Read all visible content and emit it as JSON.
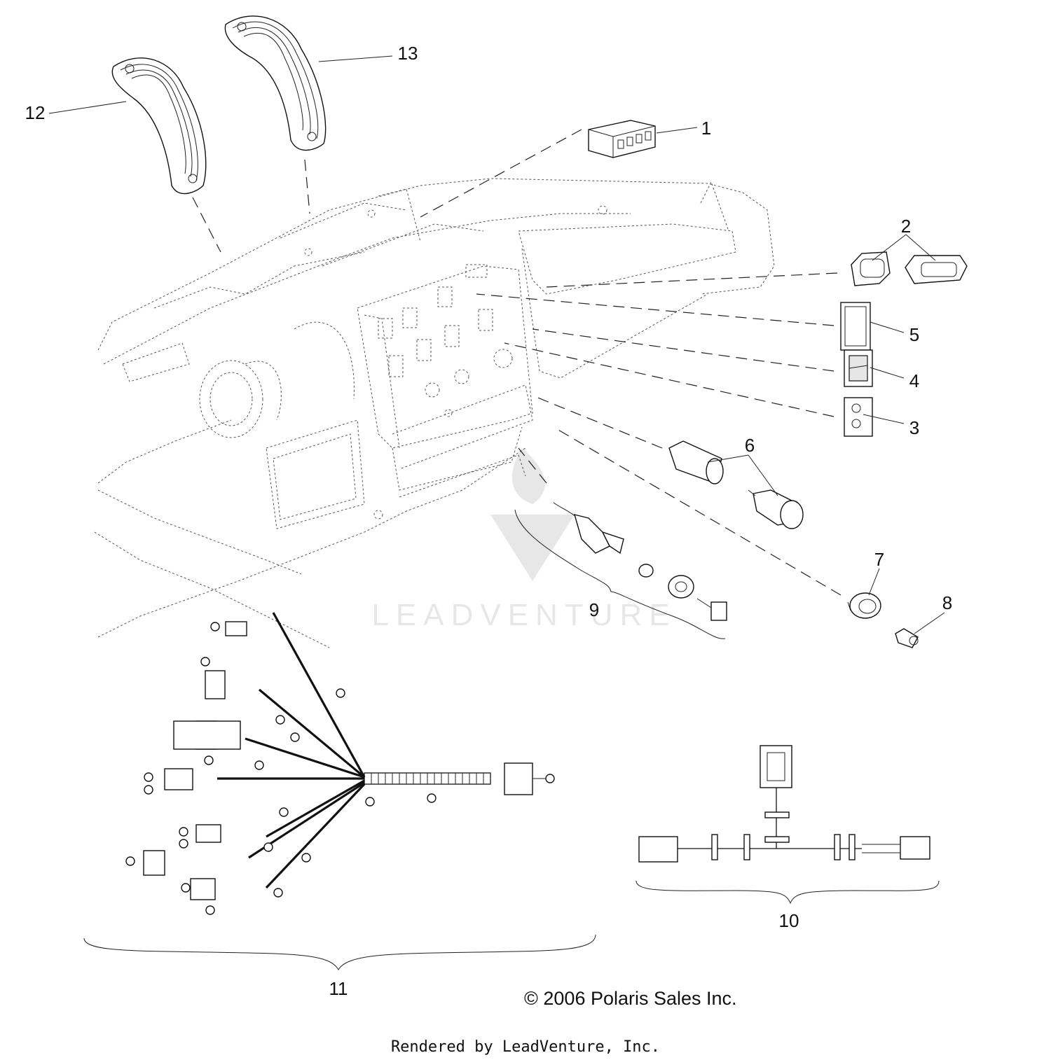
{
  "callouts": [
    {
      "id": "1",
      "text": "1"
    },
    {
      "id": "2",
      "text": "2"
    },
    {
      "id": "3",
      "text": "3"
    },
    {
      "id": "4",
      "text": "4"
    },
    {
      "id": "5",
      "text": "5"
    },
    {
      "id": "6",
      "text": "6"
    },
    {
      "id": "7",
      "text": "7"
    },
    {
      "id": "8",
      "text": "8"
    },
    {
      "id": "9",
      "text": "9"
    },
    {
      "id": "10",
      "text": "10"
    },
    {
      "id": "11",
      "text": "11"
    },
    {
      "id": "12",
      "text": "12"
    },
    {
      "id": "13",
      "text": "13"
    }
  ],
  "copyright": "© 2006 Polaris Sales Inc.",
  "rendered_by": "Rendered by LeadVenture, Inc.",
  "watermark": "LEADVENTURE"
}
